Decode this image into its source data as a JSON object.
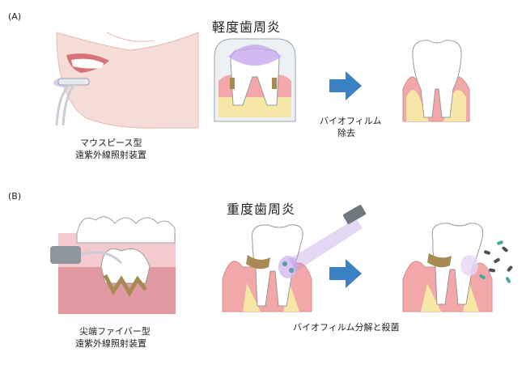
{
  "panel_a": {
    "tag": "(A)",
    "title": "軽度歯周炎",
    "device_label_1": "マウスピース型",
    "device_label_2": "遠紫外線照射装置",
    "action_label_1": "バイオフィルム",
    "action_label_2": "除去"
  },
  "panel_b": {
    "tag": "(B)",
    "title": "重度歯周炎",
    "device_label_1": "尖端ファイバー型",
    "device_label_2": "遠紫外線照射装置",
    "action_label": "バイオフィルム分解と殺菌"
  },
  "colors": {
    "skin": "#f6dcd6",
    "gum": "#f2a7a8",
    "bone": "#f7e7a6",
    "tooth": "#ffffff",
    "uv_light": "#b58fe0",
    "biofilm": "#a78b52",
    "arrow": "#3b82c4",
    "bacteria": "#4fa3a0"
  }
}
